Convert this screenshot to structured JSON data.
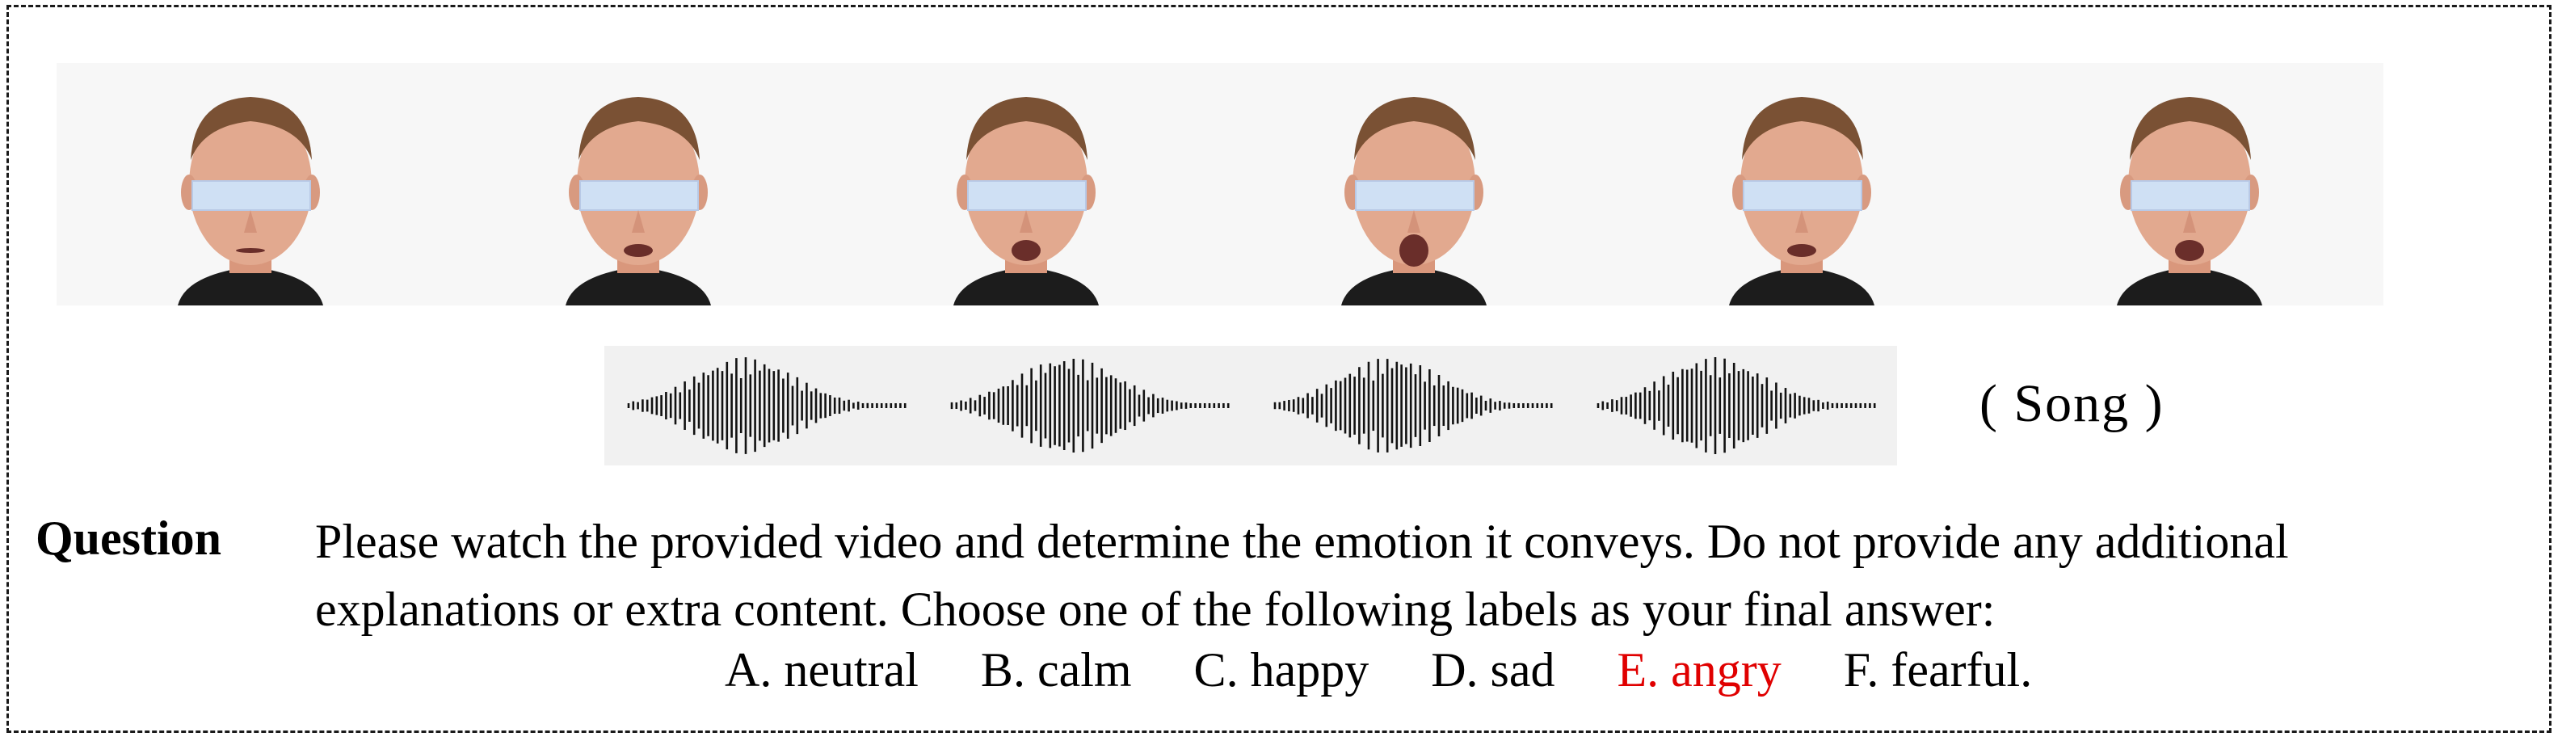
{
  "video_frames": [
    {
      "id": "frame-1",
      "mouth": "closed"
    },
    {
      "id": "frame-2",
      "mouth": "slightly-open"
    },
    {
      "id": "frame-3",
      "mouth": "open"
    },
    {
      "id": "frame-4",
      "mouth": "wide-open"
    },
    {
      "id": "frame-5",
      "mouth": "slightly-open"
    },
    {
      "id": "frame-6",
      "mouth": "open"
    }
  ],
  "audio": {
    "waveform_count": 4,
    "label": "( Song )"
  },
  "question": {
    "label": "Question",
    "text": "Please watch the provided video and determine the emotion it conveys. Do not provide any additional explanations or extra content. Choose one of the following labels as your final answer:",
    "options": [
      {
        "key": "A",
        "text": "A. neutral",
        "correct": false
      },
      {
        "key": "B",
        "text": "B. calm",
        "correct": false
      },
      {
        "key": "C",
        "text": "C. happy",
        "correct": false
      },
      {
        "key": "D",
        "text": "D. sad",
        "correct": false
      },
      {
        "key": "E",
        "text": "E. angry",
        "correct": true
      },
      {
        "key": "F",
        "text": "F. fearful.",
        "correct": false
      }
    ]
  },
  "colors": {
    "correct_answer": "#e00000",
    "border": "#1a1a1a",
    "skin": "#e2a98f",
    "hair": "#7a5134",
    "shirt": "#1c1c1c",
    "eye_bar": "#cfe0f4"
  }
}
